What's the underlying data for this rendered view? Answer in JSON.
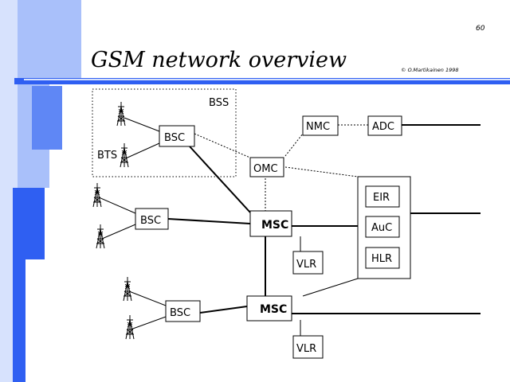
{
  "slide": {
    "page_number": "60",
    "title": "GSM network overview",
    "copyright": "© O.Martikainen 1998"
  },
  "diagram": {
    "bss_label": "BSS",
    "bts_label": "BTS",
    "bsc": [
      "BSC",
      "BSC",
      "BSC"
    ],
    "msc": [
      "MSC",
      "MSC"
    ],
    "vlr": [
      "VLR",
      "VLR"
    ],
    "omc": "OMC",
    "nmc": "NMC",
    "adc": "ADC",
    "eir": "EIR",
    "auc": "AuC",
    "hlr": "HLR"
  },
  "colors": {
    "accent_dark": "#2f5ff2",
    "accent_mid": "#5f87f5",
    "accent_light": "#a9c0fa",
    "accent_pale": "#d7e2fd"
  }
}
